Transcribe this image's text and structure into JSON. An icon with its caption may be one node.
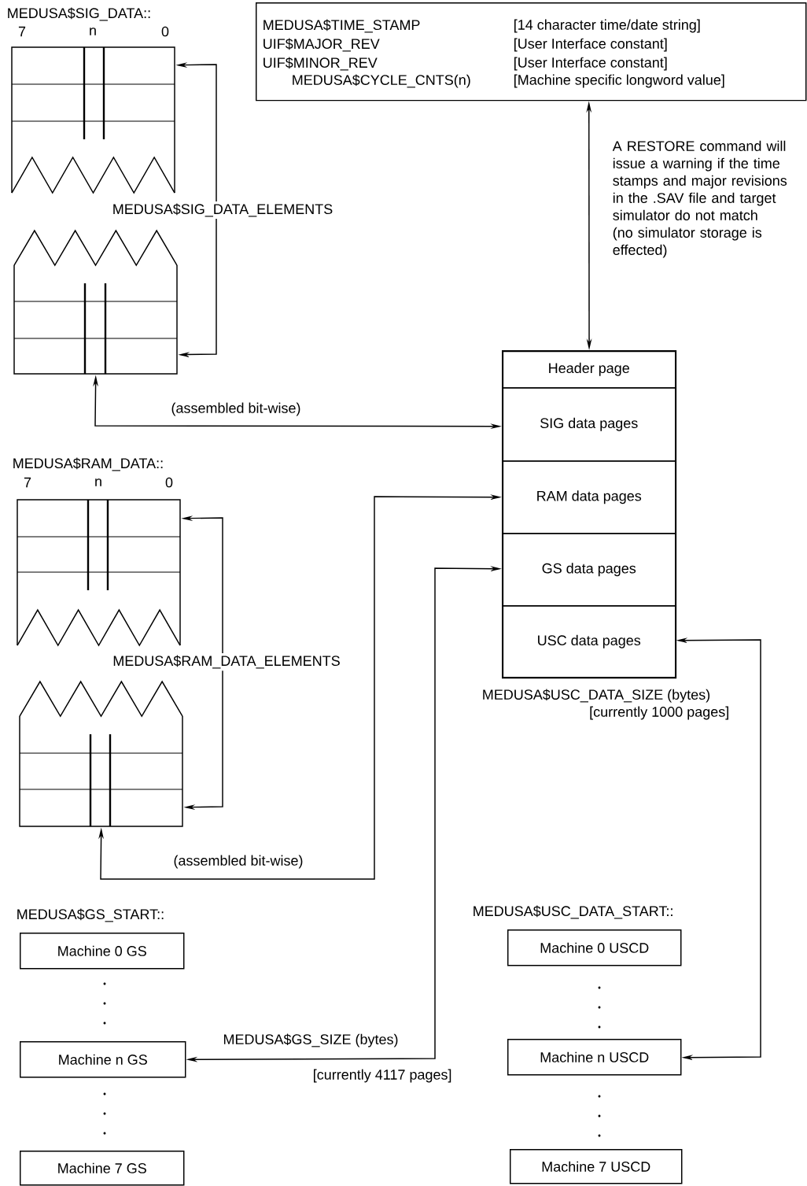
{
  "diagram": {
    "nodes": [
      {
        "text": [
          "MEDUSA$TIME_STAMP",
          "[14 character time/date string]",
          "UIF$MAJOR_REV",
          "[User Interface constant]",
          "UIF$MINOR_REV",
          "[User Interface constant]",
          "MEDUSA$CYCLE_CNTS(n)",
          "[Machine specific longword value]"
        ]
      },
      {
        "text": [],
        "shape": "box",
        "beside": [
          "MEDUSA$USC_DATA_SIZE (bytes)",
          "[currently 1000 pages]"
        ]
      },
      {
        "text": [
          "Header page"
        ],
        "in": 1
      },
      {
        "text": [
          "SIG data pages"
        ],
        "in": 1
      },
      {
        "text": [
          "RAM data pages"
        ],
        "in": 1
      },
      {
        "text": [
          "GS data pages"
        ],
        "in": 1
      },
      {
        "text": [
          "USC data pages"
        ],
        "in": 1
      },
      {
        "text": [
          "MEDUSA$SIG_DATA::"
        ]
      },
      {
        "text": [],
        "shape": "box"
      },
      {
        "text": [
          "MEDUSA$RAM_DATA::"
        ]
      },
      {
        "text": [],
        "shape": "box"
      },
      {
        "text": [
          "Machine 0 GS"
        ],
        "beside": [
          "MEDUSA$GS_START::"
        ]
      },
      {
        "text": [
          "Machine n GS"
        ]
      },
      {
        "text": [
          "Machine 7 GS"
        ]
      },
      {
        "text": [
          "Machine 0 USCD"
        ],
        "beside": [
          "MEDUSA$USC_DATA_START::"
        ]
      },
      {
        "text": [
          "Machine n USCD"
        ]
      },
      {
        "text": [
          "Machine 7 USCD"
        ]
      }
    ],
    "edges": [
      {
        "from": 0,
        "to": 1,
        "arrow": "both",
        "label": "A RESTORE command will issue a warning if the time stamps and major revisions in the .SAV file and target simulator do not match (no simulator storage is effected)"
      },
      {
        "from": 7,
        "to": 8,
        "arrow": "both",
        "label": "MEDUSA$SIG_DATA_ELEMENTS"
      },
      {
        "from": 8,
        "to": 3,
        "arrow": "both",
        "label": "(assembled bit-wise)"
      },
      {
        "from": 9,
        "to": 10,
        "arrow": "both",
        "label": "MEDUSA$RAM_DATA_ELEMENTS"
      },
      {
        "from": 10,
        "to": 4,
        "arrow": "both",
        "label": "(assembled bit-wise)"
      },
      {
        "from": 5,
        "to": 12,
        "arrow": "both",
        "label": "MEDUSA$GS_SIZE (bytes)"
      },
      {
        "from": 6,
        "to": 15,
        "arrow": "both"
      }
    ],
    "labels": [
      "7",
      "n",
      "0",
      "7",
      "n",
      "0",
      "[currently 4117 pages]"
    ]
  }
}
